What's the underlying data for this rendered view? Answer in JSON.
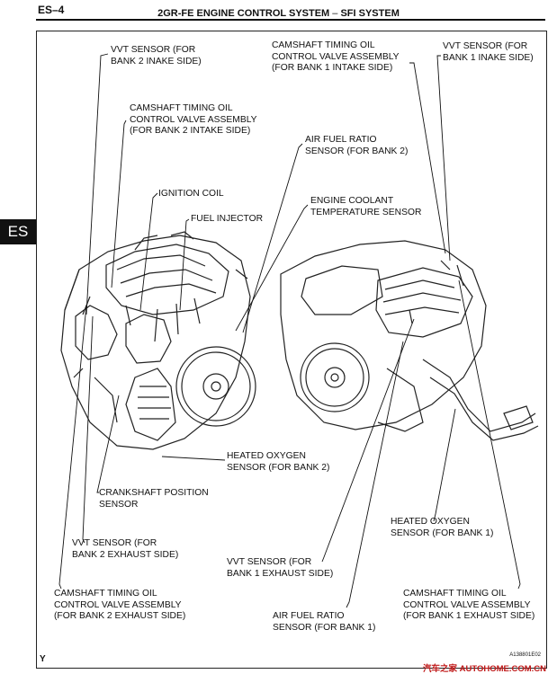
{
  "header": {
    "page_code": "ES–4",
    "title_main": "2GR-FE ENGINE CONTROL SYSTEM",
    "title_sep": " – ",
    "title_sub": "SFI SYSTEM"
  },
  "side_tab": "ES",
  "labels": {
    "vvt_b2_intake": "VVT SENSOR (FOR\nBANK 2 INAKE SIDE)",
    "ocv_b1_intake": "CAMSHAFT TIMING OIL\nCONTROL VALVE ASSEMBLY\n(FOR BANK 1 INTAKE SIDE)",
    "vvt_b1_intake": "VVT SENSOR (FOR\nBANK 1 INAKE SIDE)",
    "ocv_b2_intake": "CAMSHAFT TIMING OIL\nCONTROL VALVE ASSEMBLY\n(FOR BANK 2 INTAKE SIDE)",
    "afr_b2": "AIR FUEL RATIO\nSENSOR (FOR BANK 2)",
    "ignition_coil": "IGNITION COIL",
    "coolant_temp": "ENGINE COOLANT\nTEMPERATURE SENSOR",
    "fuel_injector": "FUEL INJECTOR",
    "ho2_b2": "HEATED OXYGEN\nSENSOR (FOR BANK 2)",
    "crank_pos": "CRANKSHAFT POSITION\nSENSOR",
    "ho2_b1": "HEATED OXYGEN\nSENSOR (FOR BANK 1)",
    "vvt_b2_exhaust": "VVT SENSOR (FOR\nBANK 2 EXHAUST SIDE)",
    "vvt_b1_exhaust": "VVT SENSOR (FOR\nBANK 1 EXHAUST SIDE)",
    "ocv_b2_exhaust": "CAMSHAFT TIMING OIL\nCONTROL VALVE ASSEMBLY\n(FOR BANK 2 EXHAUST SIDE)",
    "ocv_b1_exhaust": "CAMSHAFT TIMING OIL\nCONTROL VALVE ASSEMBLY\n(FOR BANK 1 EXHAUST SIDE)",
    "afr_b1": "AIR FUEL RATIO\nSENSOR (FOR BANK 1)"
  },
  "figure_id": "A138801E02",
  "footer_mark": "Y",
  "watermark": "汽车之家 AUTOHOME.COM.CN"
}
